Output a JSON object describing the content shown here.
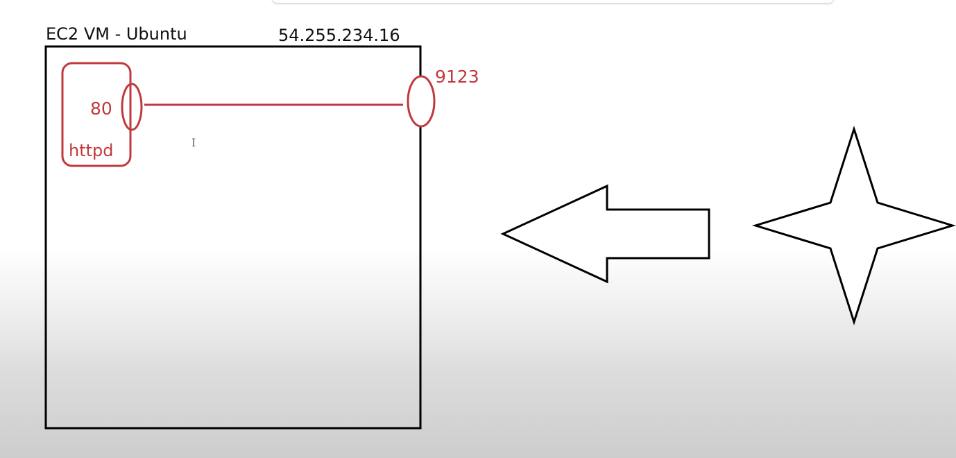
{
  "vm": {
    "title": "EC2 VM - Ubuntu",
    "ip": "54.255.234.16"
  },
  "container": {
    "service": "httpd",
    "container_port": "80"
  },
  "host_port": "9123",
  "cursor_glyph": "I",
  "colors": {
    "accent": "#c0393c",
    "outline": "#000000"
  },
  "icons": [
    "left-arrow-icon",
    "four-point-star-icon"
  ]
}
